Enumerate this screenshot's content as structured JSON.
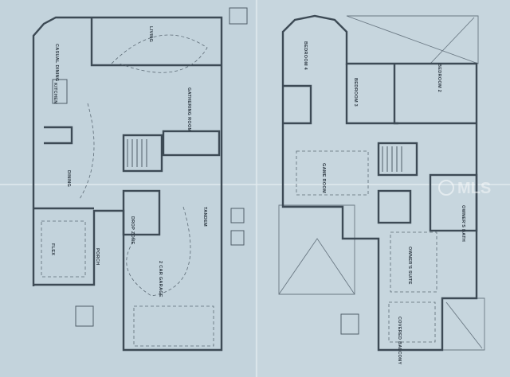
{
  "first_floor": {
    "rooms": [
      "CASUAL DINING",
      "KITCHEN",
      "LIVING",
      "GATHERING ROOM",
      "DINING",
      "FLEX",
      "PORCH",
      "DROP ZONE",
      "2 CAR GARAGE",
      "TANDEM"
    ]
  },
  "second_floor": {
    "rooms": [
      "BEDROOM 4",
      "BEDROOM 3",
      "BEDROOM 2",
      "GAME ROOM",
      "OWNER'S SUITE",
      "OWNER'S BATH",
      "COVERED BALCONY"
    ]
  },
  "watermark": "MLS",
  "colors": {
    "paper": "#c7d6de",
    "ink": "#3d4a55"
  }
}
